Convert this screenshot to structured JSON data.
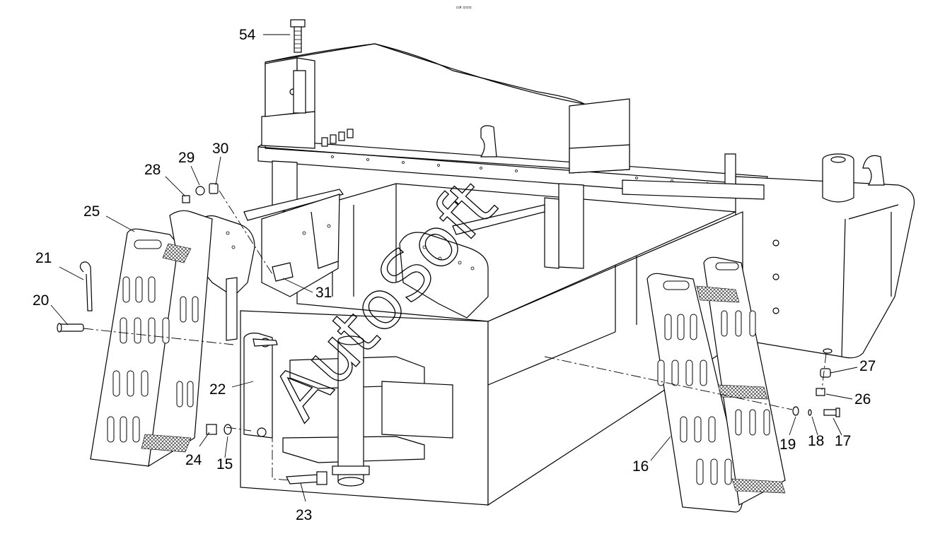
{
  "diagram": {
    "header_mark": "▫x ▫▫▫",
    "watermark": "AutoSoft",
    "callouts": [
      {
        "id": "54",
        "label": "54"
      },
      {
        "id": "30",
        "label": "30"
      },
      {
        "id": "29",
        "label": "29"
      },
      {
        "id": "28",
        "label": "28"
      },
      {
        "id": "25",
        "label": "25"
      },
      {
        "id": "21",
        "label": "21"
      },
      {
        "id": "20",
        "label": "20"
      },
      {
        "id": "31",
        "label": "31"
      },
      {
        "id": "22",
        "label": "22"
      },
      {
        "id": "24",
        "label": "24"
      },
      {
        "id": "15",
        "label": "15"
      },
      {
        "id": "23",
        "label": "23"
      },
      {
        "id": "16",
        "label": "16"
      },
      {
        "id": "19",
        "label": "19"
      },
      {
        "id": "18",
        "label": "18"
      },
      {
        "id": "17",
        "label": "17"
      },
      {
        "id": "26",
        "label": "26"
      },
      {
        "id": "27",
        "label": "27"
      }
    ]
  }
}
